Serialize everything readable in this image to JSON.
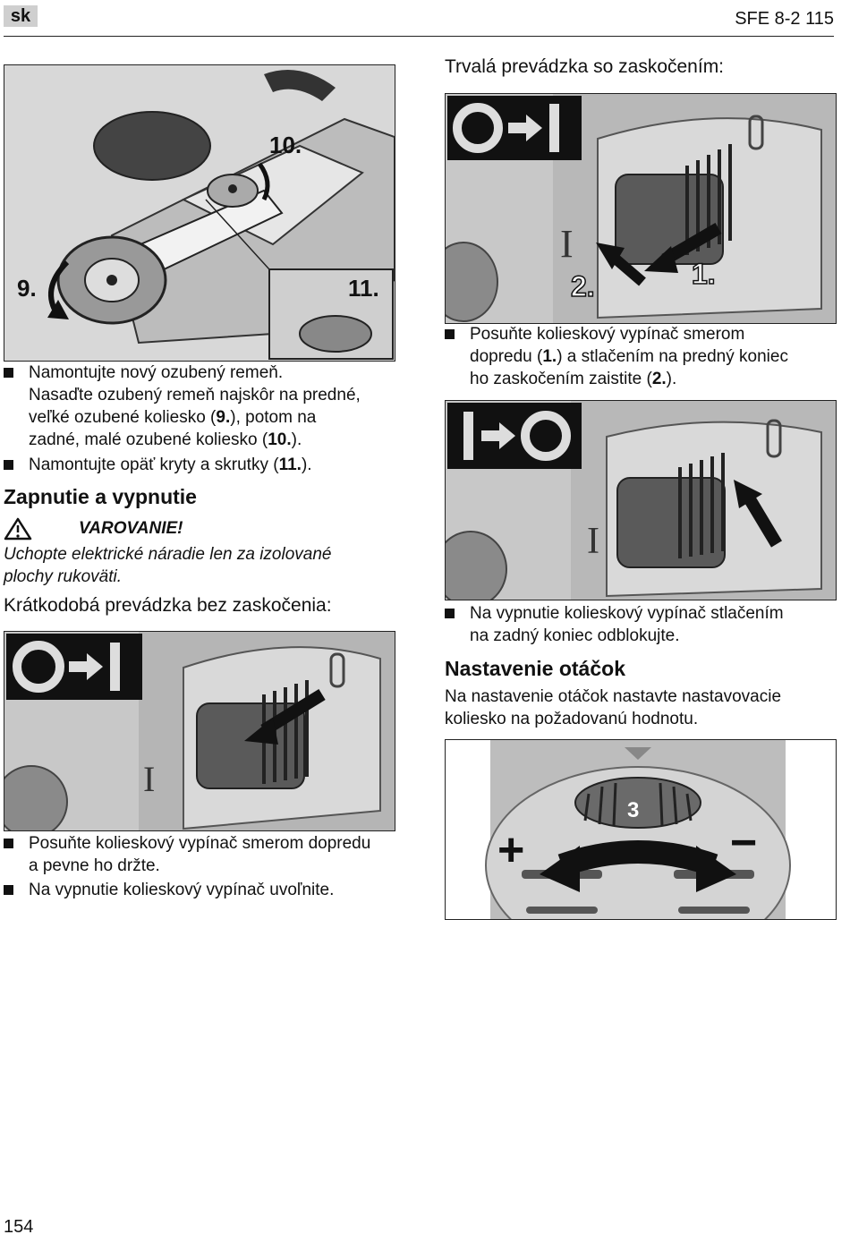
{
  "header": {
    "lang_badge": "sk",
    "doc_id": "SFE 8-2 115"
  },
  "footer": {
    "page_number": "154"
  },
  "figure_belt": {
    "labels": [
      "9.",
      "10.",
      "11."
    ]
  },
  "left": {
    "bullets_belt": [
      {
        "parts": [
          "Namontujte nový ozubený remeň.",
          "Nasaďte ozubený remeň najskôr na predné,",
          "veľké ozubené koliesko (",
          "9.",
          "), potom na",
          "zadné, malé ozubené koliesko (",
          "10.",
          ")."
        ]
      },
      {
        "parts": [
          "Namontujte opäť kryty a skrutky (",
          "11.",
          ")."
        ]
      }
    ],
    "section_title": "Zapnutie a vypnutie",
    "warning_title": "VAROVANIE!",
    "warning_text_1": "Uchopte elektrické náradie len za izolované",
    "warning_text_2": "plochy rukoväti.",
    "short_op_title": "Krátkodobá prevádzka bez zaskočenia:",
    "bullets_short": [
      {
        "parts": [
          "Posuňte kolieskový vypínač smerom dopredu",
          "a pevne ho držte."
        ]
      },
      {
        "parts": [
          "Na vypnutie kolieskový vypínač uvoľnite."
        ]
      }
    ]
  },
  "right": {
    "continuous_title": "Trvalá prevádzka so zaskočením:",
    "figure_lock_labels": [
      "2.",
      "1."
    ],
    "bullets_lock": [
      {
        "parts": [
          "Posuňte kolieskový vypínač smerom",
          "dopredu (",
          "1.",
          ") a stlačením na predný koniec",
          "ho zaskočením zaistite (",
          "2.",
          ")."
        ]
      }
    ],
    "bullets_unlock": [
      {
        "parts": [
          "Na vypnutie kolieskový vypínač stlačením",
          "na zadný koniec odblokujte."
        ]
      }
    ],
    "speed_title": "Nastavenie otáčok",
    "speed_text_1": "Na nastavenie otáčok nastavte nastavovacie",
    "speed_text_2": "koliesko na požadovanú hodnotu.",
    "figure_speed": {
      "dial_value": "3",
      "plus": "+",
      "minus": "−"
    }
  },
  "colors": {
    "figure_bg": "#cfcfcf",
    "icon_bg": "#111111",
    "arrow": "#111111"
  },
  "icons": [
    "warning-triangle-icon",
    "on-icon",
    "off-icon"
  ]
}
